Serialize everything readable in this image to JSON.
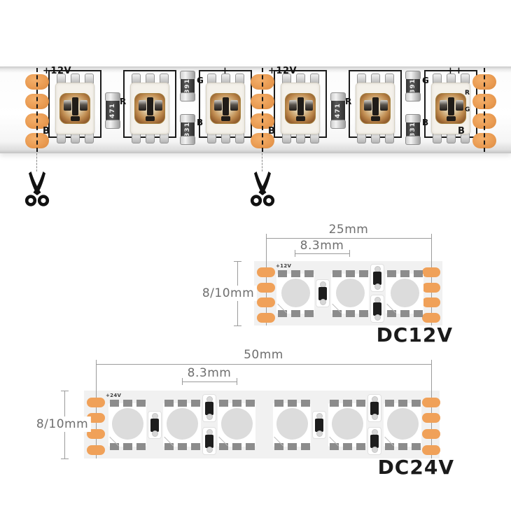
{
  "photo_strip": {
    "voltage_silkscreen": "+12V",
    "positive_mark": "+",
    "terminal_labels": {
      "r": "R",
      "g": "G",
      "b": "B"
    },
    "bottom_label": "B",
    "resistors": {
      "single": "471",
      "double_top": "391",
      "double_bottom": "331"
    },
    "sections": 2,
    "leds_per_section": 3
  },
  "scissors_count": 2,
  "diagrams": [
    {
      "label": "DC12V",
      "voltage_silkscreen": "+12V",
      "width_dim": "25mm",
      "pitch_dim": "8.3mm",
      "height_dim": "8/10mm",
      "led_count": 3
    },
    {
      "label": "DC24V",
      "voltage_silkscreen": "+24V",
      "width_dim": "50mm",
      "pitch_dim": "8.3mm",
      "height_dim": "8/10mm",
      "led_count": 6
    }
  ],
  "colors": {
    "pad_orange": "#f0a159",
    "photo_pad_orange": "#ea9c53",
    "diagram_strip_bg": "#f1f1f1",
    "led_circle_gray": "#dcdcdc",
    "smd_pad_gray": "#8c8c8c",
    "dimension_line": "#9b9b9b",
    "dimension_text": "#6f6f6f",
    "title_text": "#1b1b1b",
    "silkscreen_black": "#1a1a1a"
  }
}
